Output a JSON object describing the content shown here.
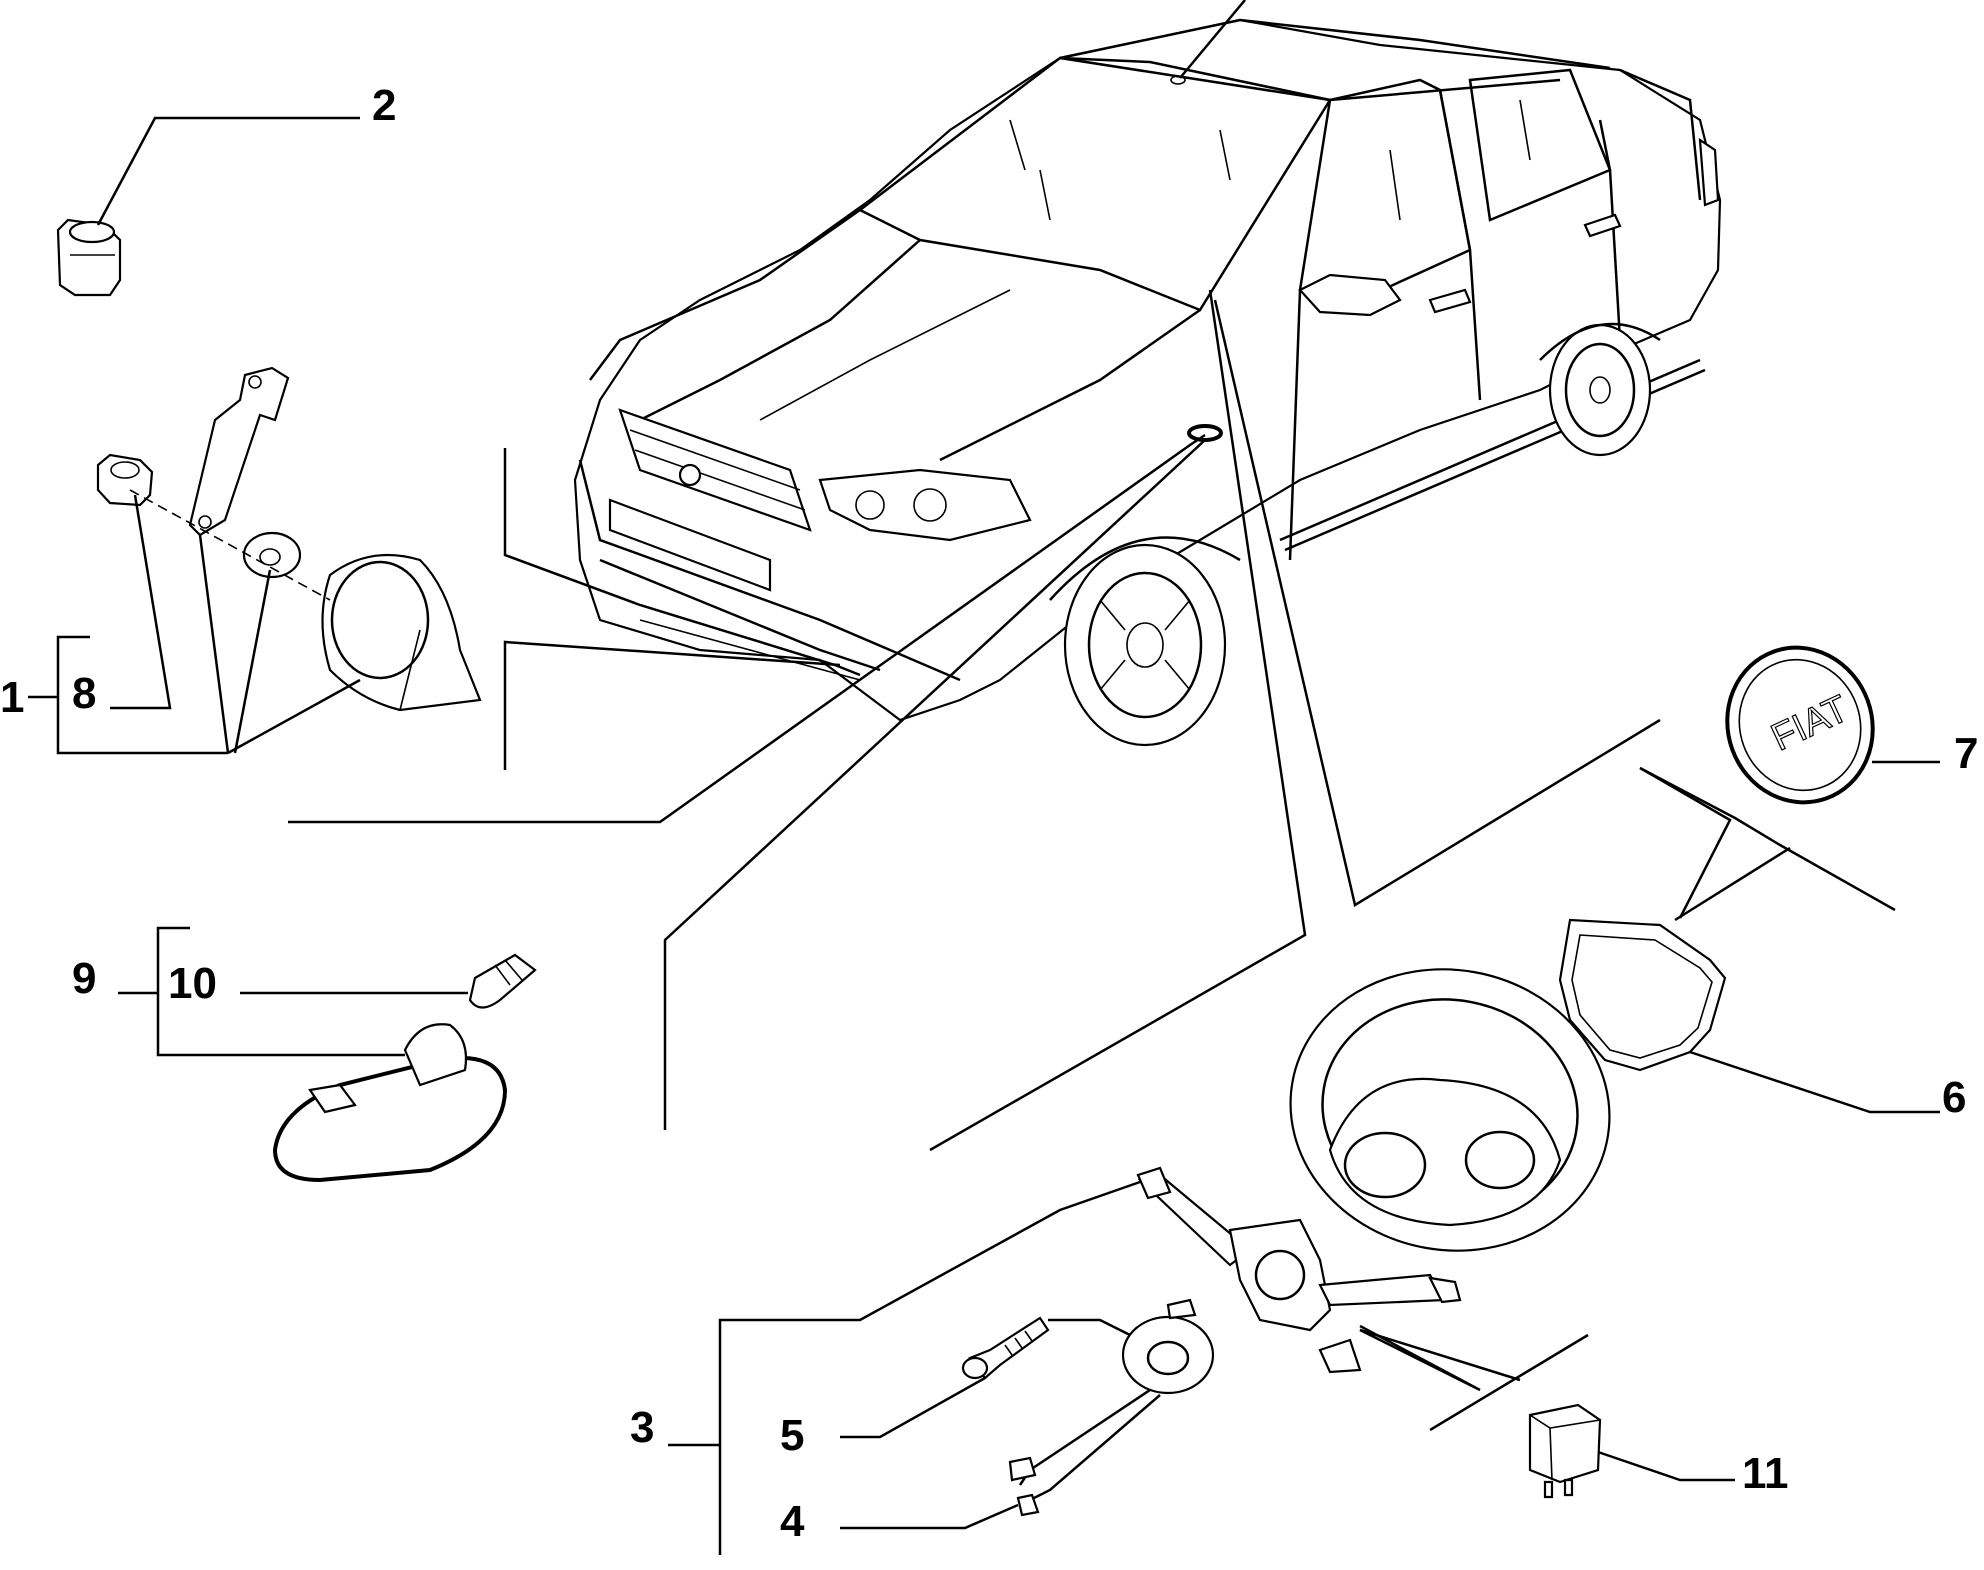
{
  "diagram": {
    "callouts": {
      "c1": "1",
      "c2": "2",
      "c3": "3",
      "c4": "4",
      "c5": "5",
      "c6": "6",
      "c7": "7",
      "c8": "8",
      "c9": "9",
      "c10": "10",
      "c11": "11"
    },
    "badge_logo_text": "FIAT"
  }
}
